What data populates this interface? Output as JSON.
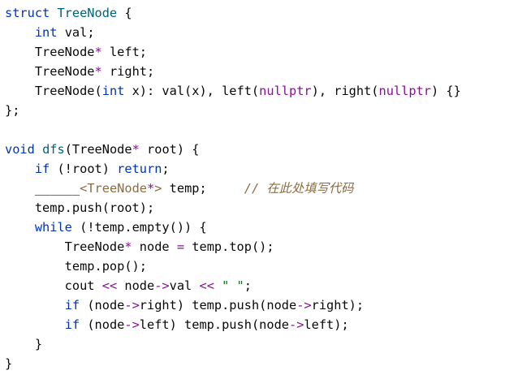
{
  "editor": {
    "colors": {
      "background": "#ffffff",
      "text": "#080808",
      "keyword": "#0033b3",
      "function": "#00627a",
      "literal": "#871094",
      "string": "#067d17",
      "comment": "#8c6c3e"
    },
    "lines": [
      [
        {
          "t": "struct ",
          "c": "kw"
        },
        {
          "t": "TreeNode",
          "c": "fn"
        },
        {
          "t": " {",
          "c": "plain"
        }
      ],
      [
        {
          "t": "    ",
          "c": "plain"
        },
        {
          "t": "int",
          "c": "kw"
        },
        {
          "t": " val;",
          "c": "plain"
        }
      ],
      [
        {
          "t": "    TreeNode",
          "c": "plain"
        },
        {
          "t": "*",
          "c": "op"
        },
        {
          "t": " left;",
          "c": "plain"
        }
      ],
      [
        {
          "t": "    TreeNode",
          "c": "plain"
        },
        {
          "t": "*",
          "c": "op"
        },
        {
          "t": " right;",
          "c": "plain"
        }
      ],
      [
        {
          "t": "    TreeNode(",
          "c": "plain"
        },
        {
          "t": "int",
          "c": "kw"
        },
        {
          "t": " x): val(x), left(",
          "c": "plain"
        },
        {
          "t": "nullptr",
          "c": "lit"
        },
        {
          "t": "), right(",
          "c": "plain"
        },
        {
          "t": "nullptr",
          "c": "lit"
        },
        {
          "t": ") {}",
          "c": "plain"
        }
      ],
      [
        {
          "t": "};",
          "c": "plain"
        }
      ],
      [],
      [
        {
          "t": "void ",
          "c": "kw"
        },
        {
          "t": "dfs",
          "c": "fn"
        },
        {
          "t": "(TreeNode",
          "c": "plain"
        },
        {
          "t": "*",
          "c": "op"
        },
        {
          "t": " root) {",
          "c": "plain"
        }
      ],
      [
        {
          "t": "    ",
          "c": "plain"
        },
        {
          "t": "if",
          "c": "kw"
        },
        {
          "t": " (!root) ",
          "c": "plain"
        },
        {
          "t": "return",
          "c": "kw"
        },
        {
          "t": ";",
          "c": "plain"
        }
      ],
      [
        {
          "t": "    ______",
          "c": "plain"
        },
        {
          "t": "<TreeNode",
          "c": "cm-plain"
        },
        {
          "t": "*",
          "c": "op"
        },
        {
          "t": ">",
          "c": "cm-plain"
        },
        {
          "t": " temp;     ",
          "c": "plain"
        },
        {
          "t": "// 在此处填写代码",
          "c": "cm"
        }
      ],
      [
        {
          "t": "    temp.push(root);",
          "c": "plain"
        }
      ],
      [
        {
          "t": "    ",
          "c": "plain"
        },
        {
          "t": "while",
          "c": "kw"
        },
        {
          "t": " (!temp.empty()) {",
          "c": "plain"
        }
      ],
      [
        {
          "t": "        TreeNode",
          "c": "plain"
        },
        {
          "t": "*",
          "c": "op"
        },
        {
          "t": " node ",
          "c": "plain"
        },
        {
          "t": "=",
          "c": "op"
        },
        {
          "t": " temp.top();",
          "c": "plain"
        }
      ],
      [
        {
          "t": "        temp.pop();",
          "c": "plain"
        }
      ],
      [
        {
          "t": "        cout ",
          "c": "plain"
        },
        {
          "t": "<<",
          "c": "op"
        },
        {
          "t": " node",
          "c": "plain"
        },
        {
          "t": "->",
          "c": "op"
        },
        {
          "t": "val ",
          "c": "plain"
        },
        {
          "t": "<<",
          "c": "op"
        },
        {
          "t": " ",
          "c": "plain"
        },
        {
          "t": "\" \"",
          "c": "str"
        },
        {
          "t": ";",
          "c": "plain"
        }
      ],
      [
        {
          "t": "        ",
          "c": "plain"
        },
        {
          "t": "if",
          "c": "kw"
        },
        {
          "t": " (node",
          "c": "plain"
        },
        {
          "t": "->",
          "c": "op"
        },
        {
          "t": "right) temp.push(node",
          "c": "plain"
        },
        {
          "t": "->",
          "c": "op"
        },
        {
          "t": "right);",
          "c": "plain"
        }
      ],
      [
        {
          "t": "        ",
          "c": "plain"
        },
        {
          "t": "if",
          "c": "kw"
        },
        {
          "t": " (node",
          "c": "plain"
        },
        {
          "t": "->",
          "c": "op"
        },
        {
          "t": "left) temp.push(node",
          "c": "plain"
        },
        {
          "t": "->",
          "c": "op"
        },
        {
          "t": "left);",
          "c": "plain"
        }
      ],
      [
        {
          "t": "    }",
          "c": "plain"
        }
      ],
      [
        {
          "t": "}",
          "c": "plain"
        }
      ]
    ]
  }
}
